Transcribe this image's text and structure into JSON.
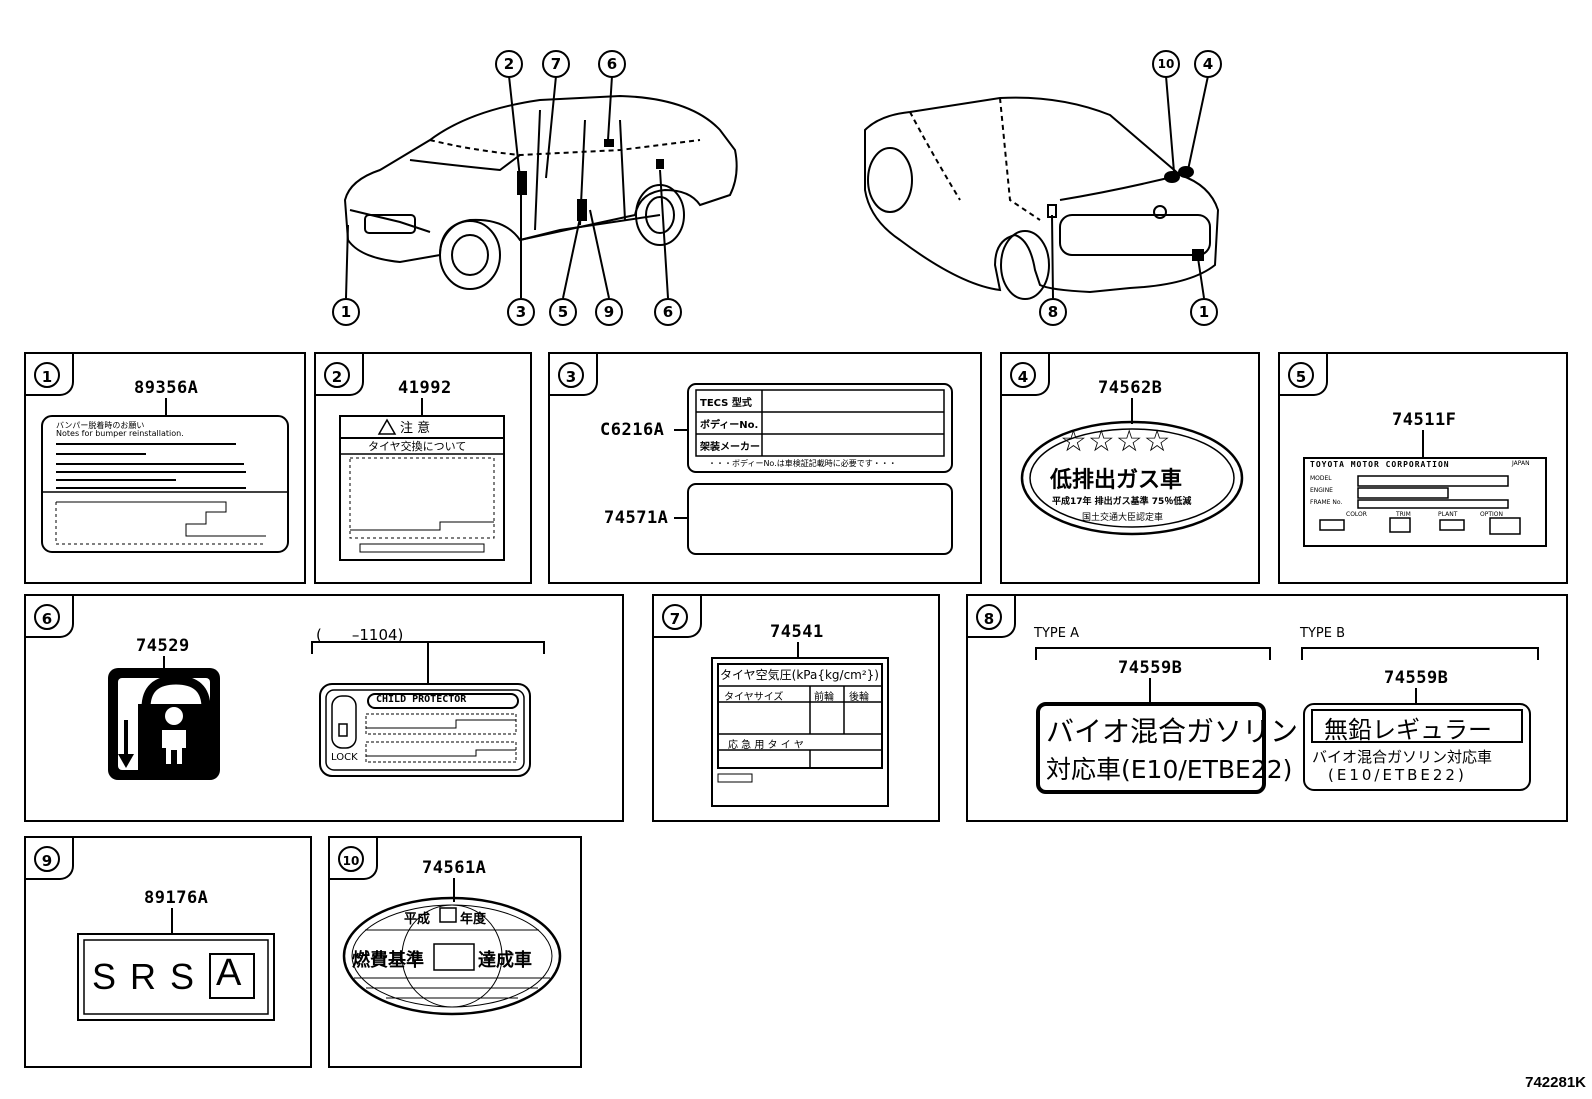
{
  "figure_id": "742281K",
  "top_callouts_front": [
    "2",
    "7",
    "6"
  ],
  "bottom_callouts_front": [
    "1",
    "3",
    "5",
    "9",
    "6"
  ],
  "top_callouts_rear": [
    "10",
    "4"
  ],
  "bottom_callouts_rear": [
    "8",
    "1"
  ],
  "panels": {
    "p1": {
      "num": "1",
      "part": "89356A",
      "line1": "バンパー脱着時のお願い",
      "line2": "Notes for bumper reinstallation."
    },
    "p2": {
      "num": "2",
      "part": "41992",
      "title": "注 意",
      "subtitle": "タイヤ交換について"
    },
    "p3": {
      "num": "3",
      "part_a": "C6216A",
      "part_b": "74571A",
      "rows": [
        "TECS 型式",
        "ボディーNo.",
        "架装メーカー"
      ],
      "footer": "・・・ボディーNo.は車検証記載時に必要です・・・"
    },
    "p4": {
      "num": "4",
      "part": "74562B",
      "stars": "☆☆☆☆",
      "main": "低排出ガス車",
      "line1": "平成17年 排出ガス基準 75％低減",
      "line2": "国土交通大臣認定車"
    },
    "p5": {
      "num": "5",
      "part": "74511F",
      "header": "TOYOTA MOTOR CORPORATION",
      "japan": "JAPAN",
      "rows": [
        "MODEL",
        "ENGINE",
        "FRAME No."
      ],
      "cols": [
        "COLOR",
        "TRIM",
        "PLANT",
        "OPTION"
      ]
    },
    "p6": {
      "num": "6",
      "part": "74529",
      "range": "(　　–1104)",
      "child": "CHILD PROTECTOR",
      "lock": "LOCK"
    },
    "p7": {
      "num": "7",
      "part": "74541",
      "title": "タイヤ空気圧(kPa{kg/cm²})",
      "col1": "タイヤサイズ",
      "col2": "前輪",
      "col3": "後輪",
      "spare": "応 急 用 タ イ ヤ"
    },
    "p8": {
      "num": "8",
      "type_a": "TYPE A",
      "type_b": "TYPE B",
      "part_a": "74559B",
      "part_b": "74559B",
      "a_line1": "バイオ混合ガソリン",
      "a_line2": "対応車(E10/ETBE22)",
      "b_line1": "無鉛レギュラー",
      "b_line2": "バイオ混合ガソリン対応車",
      "b_line3": "(E10/ETBE22)"
    },
    "p9": {
      "num": "9",
      "part": "89176A",
      "srs": "S R S",
      "a": "A"
    },
    "p10": {
      "num": "10",
      "part": "74561A",
      "line1a": "平成",
      "line1b": "年度",
      "line2a": "燃費基準",
      "line2b": "達成車"
    }
  }
}
